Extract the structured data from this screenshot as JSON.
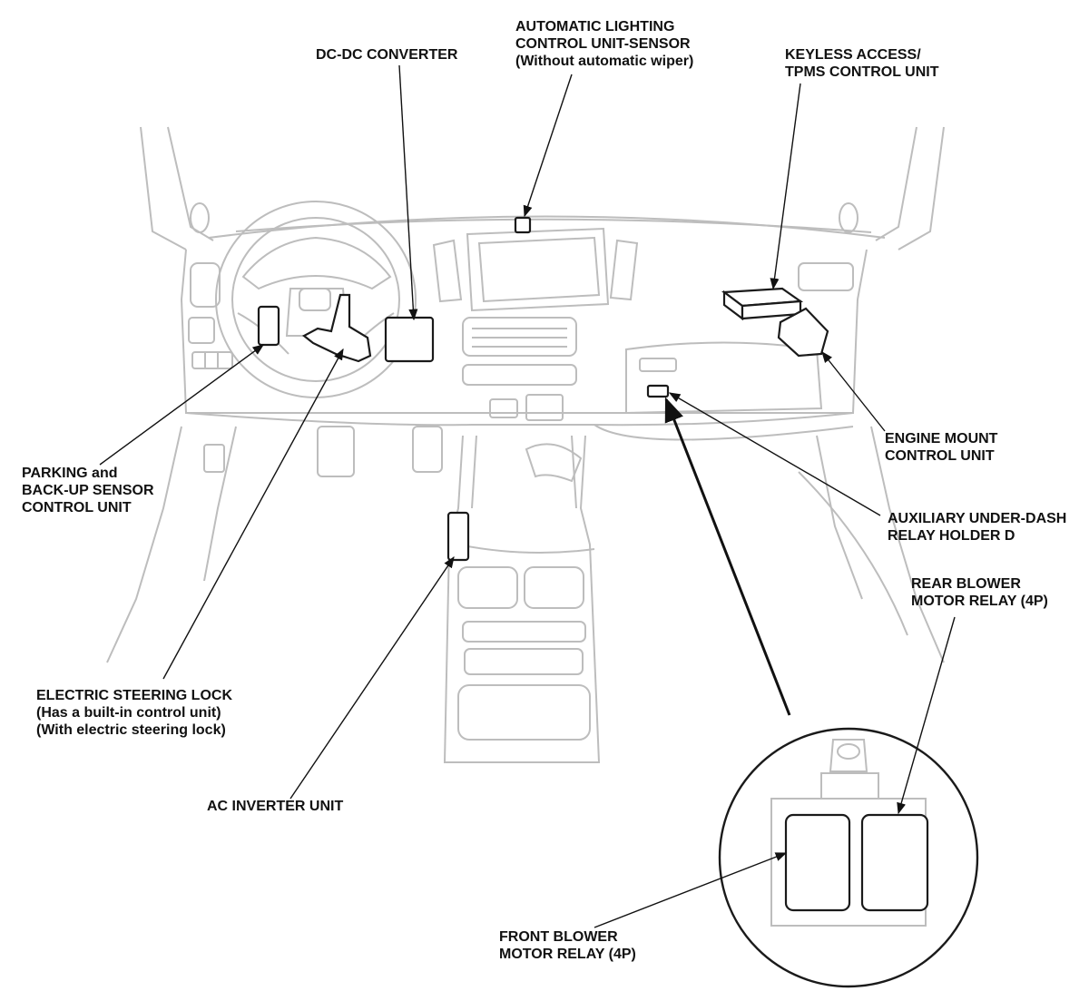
{
  "labels": {
    "dcdc": [
      "DC-DC CONVERTER"
    ],
    "lighting": [
      "AUTOMATIC LIGHTING",
      "CONTROL UNIT-SENSOR",
      "(Without automatic wiper)"
    ],
    "keyless": [
      "KEYLESS ACCESS/",
      "TPMS CONTROL UNIT"
    ],
    "engine_mount": [
      "ENGINE MOUNT",
      "CONTROL UNIT"
    ],
    "parking": [
      "PARKING and",
      "BACK-UP SENSOR",
      "CONTROL UNIT"
    ],
    "aux_relay": [
      "AUXILIARY UNDER-DASH",
      "RELAY HOLDER D"
    ],
    "rear_blower": [
      "REAR BLOWER",
      "MOTOR RELAY (4P)"
    ],
    "steering_lock": [
      "ELECTRIC STEERING LOCK",
      "(Has a built-in control unit)",
      "(With electric steering lock)"
    ],
    "ac_inverter": [
      "AC INVERTER UNIT"
    ],
    "front_blower": [
      "FRONT BLOWER",
      "MOTOR RELAY (4P)"
    ]
  },
  "colors": {
    "linework": "#bdbdbd",
    "component": "#1a1a1a",
    "text": "#111111"
  }
}
